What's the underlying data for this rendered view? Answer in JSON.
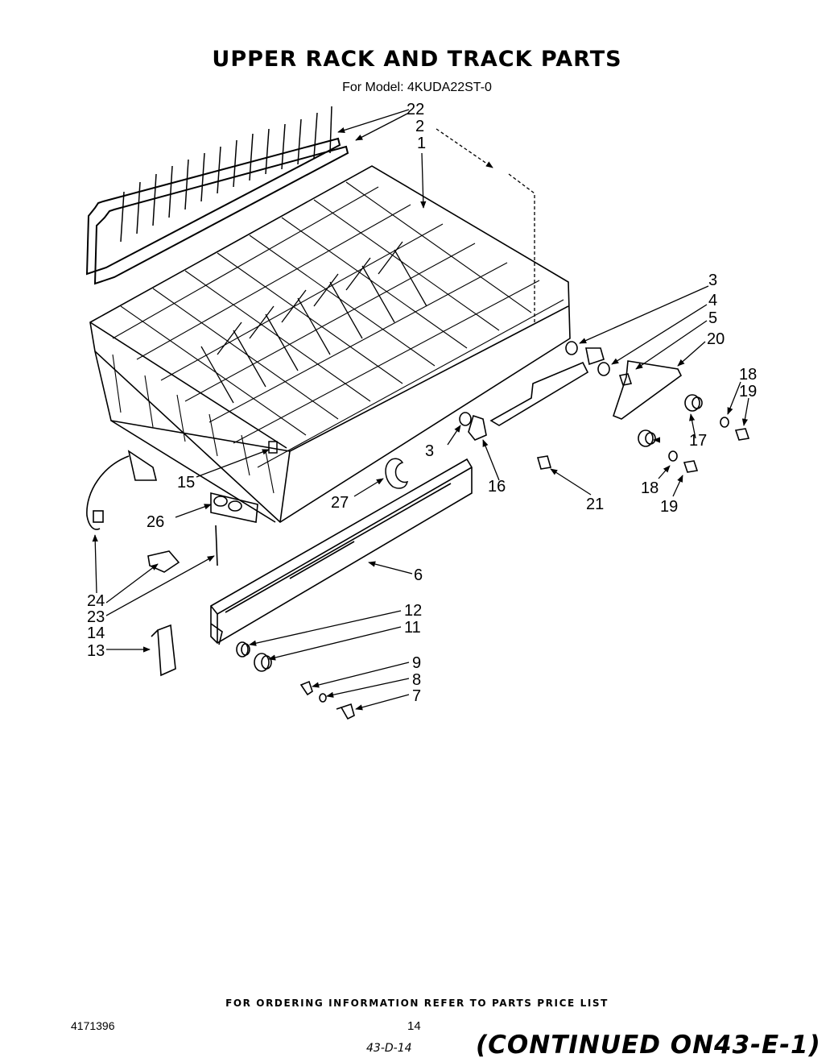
{
  "header": {
    "title": "UPPER RACK AND TRACK PARTS",
    "model_line": "For Model: 4KUDA22ST-0"
  },
  "callouts": {
    "c22": "22",
    "c2": "2",
    "c1": "1",
    "c3a": "3",
    "c4": "4",
    "c5": "5",
    "c20": "20",
    "c18a": "18",
    "c19a": "19",
    "c17": "17",
    "c18b": "18",
    "c19b": "19",
    "c21": "21",
    "c16": "16",
    "c3b": "3",
    "c15": "15",
    "c27": "27",
    "c26": "26",
    "c6": "6",
    "c24": "24",
    "c23": "23",
    "c14": "14",
    "c13": "13",
    "c12": "12",
    "c11": "11",
    "c9": "9",
    "c8": "8",
    "c7": "7"
  },
  "footer": {
    "ordering_note": "FOR ORDERING INFORMATION REFER TO PARTS PRICE LIST",
    "doc_number": "4171396",
    "page_number": "14",
    "handwritten_ref": "43-D-14",
    "continued_note": "(CONTINUED ON43-E-1)"
  }
}
